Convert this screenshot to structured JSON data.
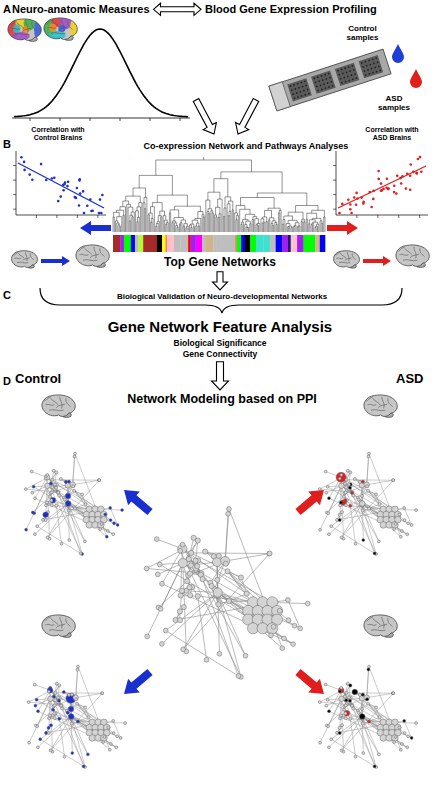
{
  "diagram": {
    "labels": [
      "A",
      "Neuro-anatomic Measures",
      "Blood Gene Expression Profiling",
      "Control samples",
      "ASD samples",
      "B",
      "Correlation with Control Brains",
      "Co-expression Network and Pathways Analyses",
      "Correlation with ASD Brains",
      "Top Gene Networks",
      "C",
      "Biological Validation of Neuro-developmental Networks",
      "Gene Network Feature Analysis",
      "Biological Significance",
      "Gene Connectivity",
      "D",
      "Control",
      "ASD",
      "Network Modeling based on PPI"
    ]
  }
}
